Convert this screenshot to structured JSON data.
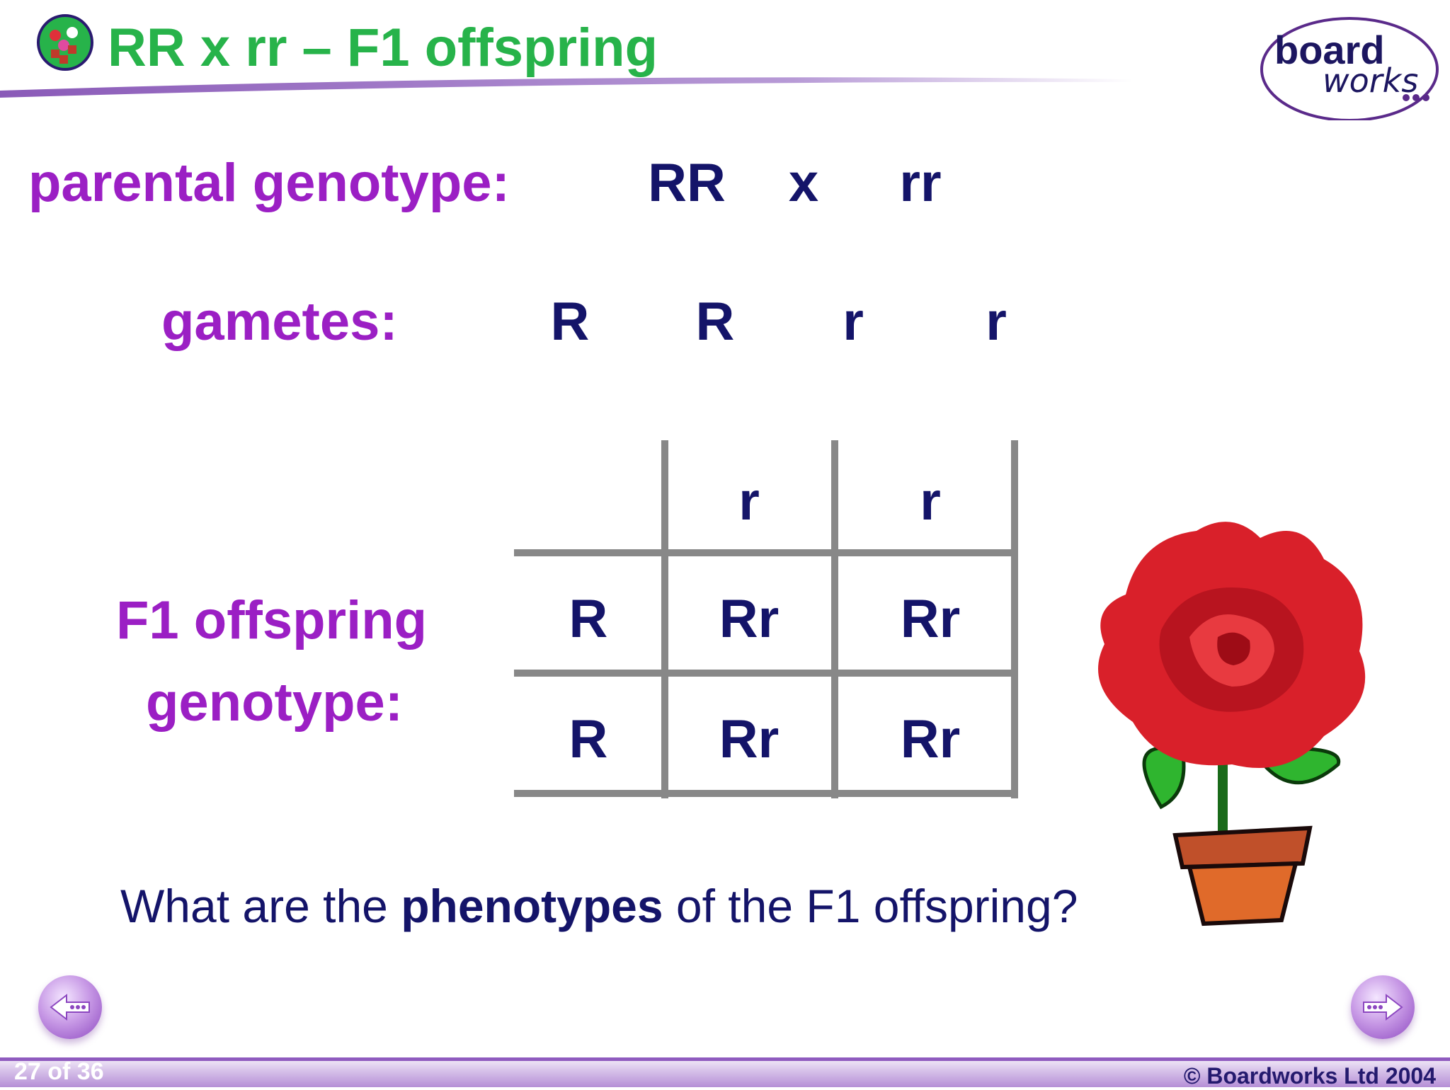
{
  "slide": {
    "title": "RR x rr – F1 offspring"
  },
  "parental": {
    "label": "parental genotype:",
    "genotype1": "RR",
    "cross": "x",
    "genotype2": "rr"
  },
  "gametes": {
    "label": "gametes:",
    "values": [
      "R",
      "R",
      "r",
      "r"
    ]
  },
  "offspring": {
    "label_line1": "F1 offspring",
    "label_line2": "genotype:"
  },
  "punnett": {
    "col_headers": [
      "r",
      "r"
    ],
    "row_headers": [
      "R",
      "R"
    ],
    "cells": [
      [
        "Rr",
        "Rr"
      ],
      [
        "Rr",
        "Rr"
      ]
    ]
  },
  "question": {
    "before": "What are the ",
    "bold": "phenotypes",
    "after": " of the F1 offspring?"
  },
  "footer": {
    "page": "27 of 36",
    "copyright": "© Boardworks Ltd 2004"
  },
  "logo": {
    "text_top": "board",
    "text_bottom": "works"
  },
  "icons": {
    "prev": "previous-arrow-icon",
    "next": "next-arrow-icon"
  },
  "colors": {
    "title_green": "#27b34a",
    "label_purple": "#9b1fc4",
    "navy": "#141469",
    "grid_gray": "#888888",
    "rose_red": "#d9202a"
  }
}
